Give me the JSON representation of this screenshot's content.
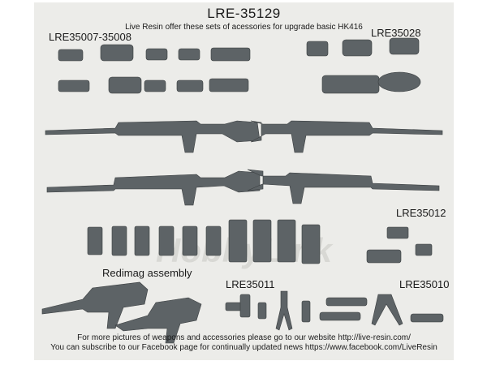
{
  "header": {
    "title": "LRE-35129",
    "subtitle": "Live Resin offer these sets of acessories for upgrade basic HK416"
  },
  "labels": {
    "set_optics": "LRE35007-35008",
    "set_nightvision": "LRE35028",
    "set_magazines": "LRE35012",
    "set_redimag": "Redimag assembly",
    "set_grips": "LRE35011",
    "set_bipod": "LRE35010"
  },
  "watermark": "HobbyLink",
  "footer": {
    "line1": "For more pictures of weapons and accessories please go to our website http://live-resin.com/",
    "line2": "You can subscribe to our Facebook page for continually updated news https://www.facebook.com/LiveResin"
  },
  "colors": {
    "panel": "#ecece9",
    "model": "#5d6366",
    "text": "#1a1a1a"
  }
}
